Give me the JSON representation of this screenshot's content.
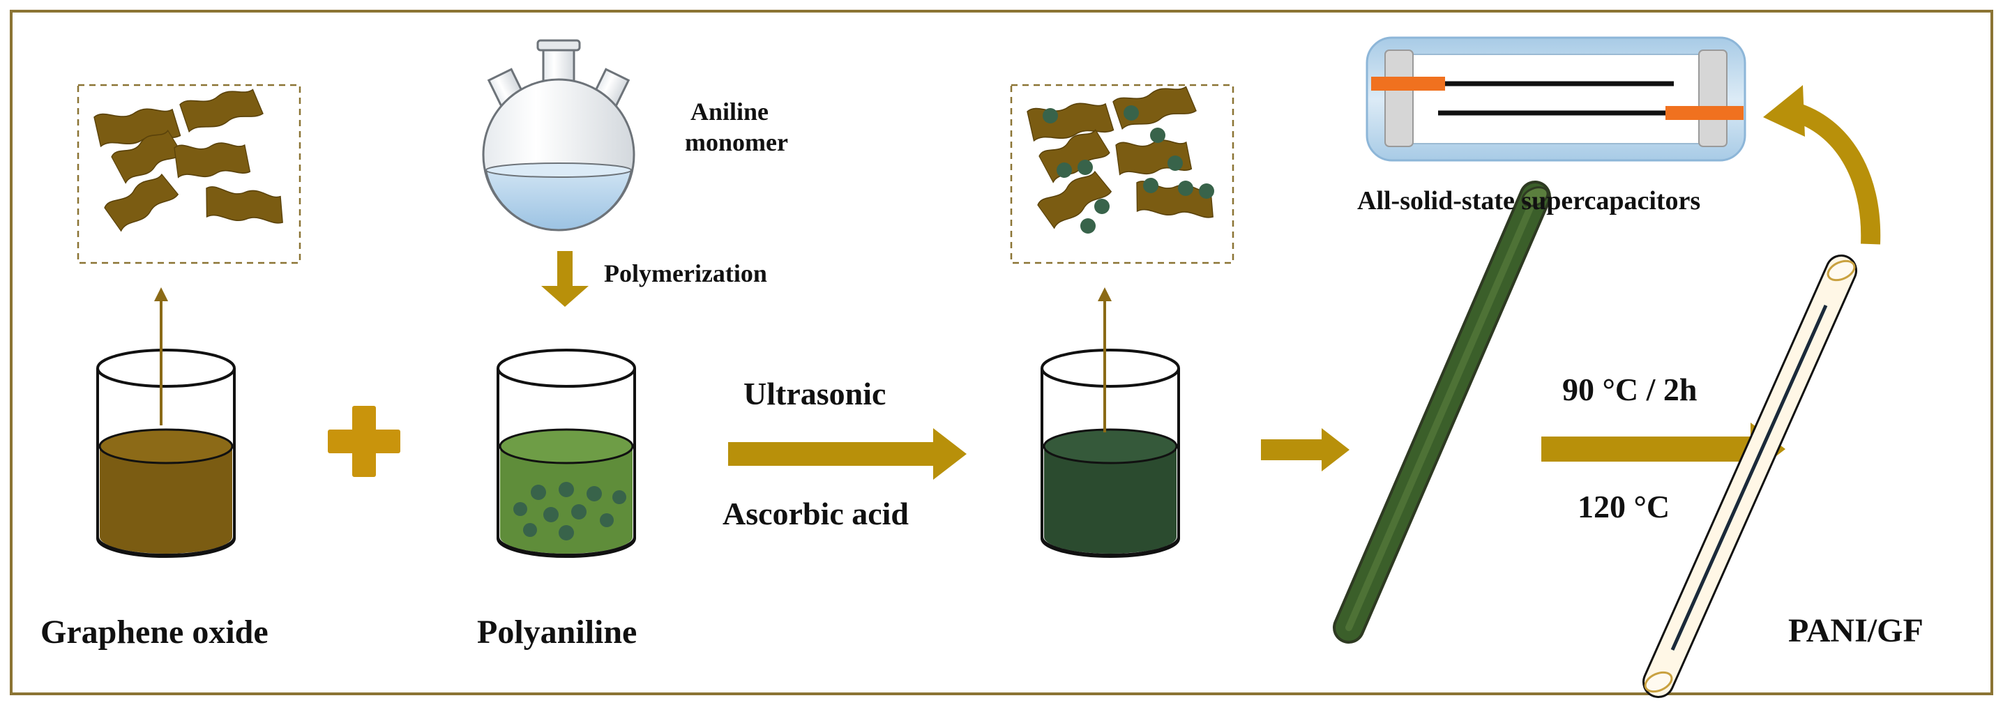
{
  "labels": {
    "aniline_line1": "Aniline",
    "aniline_line2": "monomer",
    "polymerization": "Polymerization",
    "ultrasonic": "Ultrasonic",
    "ascorbic_acid": "Ascorbic acid",
    "temp_top": "90 °C / 2h",
    "temp_bottom": "120 °C",
    "graphene_oxide": "Graphene oxide",
    "polyaniline": "Polyaniline",
    "pani_gf": "PANI/GF",
    "supercapacitors": "All-solid-state supercapacitors"
  },
  "colors": {
    "frame": "#8b7434",
    "go_brown": "#7b5c12",
    "arrow_gold": "#b8900a",
    "pani_green": "#5f8d3a",
    "dot_green": "#38634a",
    "mix_dark": "#2b4b2f",
    "fiber_green": "#3b5f2a",
    "electrode_orange": "#f0711f",
    "cap_case": "#b9d6ec"
  }
}
